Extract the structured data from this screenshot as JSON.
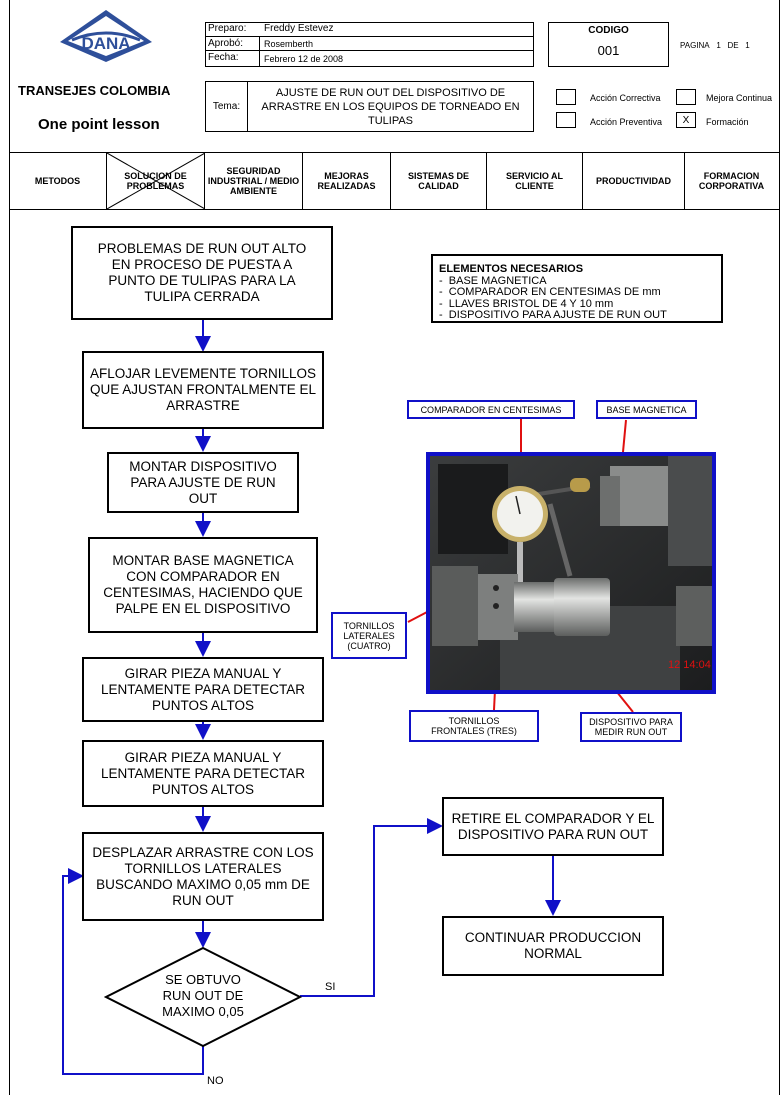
{
  "header": {
    "logo_text": "DANA",
    "company": "TRANSEJES COLOMBIA",
    "subtitle": "One point lesson",
    "prepared_label": "Preparo:",
    "prepared_value": "Freddy Estevez",
    "approved_label": "Aprobó:",
    "approved_value": "Rosemberth",
    "date_label": "Fecha:",
    "date_value": "Febrero 12 de 2008",
    "code_label": "CODIGO",
    "code_value": "001",
    "page_label": "PAGINA",
    "page_current": "1",
    "page_of": "DE",
    "page_total": "1",
    "tema_label": "Tema:",
    "tema_value": "AJUSTE DE RUN OUT DEL DISPOSITIVO DE ARRASTRE EN LOS EQUIPOS DE TORNEADO EN TULIPAS",
    "options": [
      {
        "label": "Acción Correctiva",
        "mark": ""
      },
      {
        "label": "Mejora Continua",
        "mark": ""
      },
      {
        "label": "Acción Preventiva",
        "mark": ""
      },
      {
        "label": "Formación",
        "mark": "X"
      }
    ]
  },
  "categories": [
    "METODOS",
    "SOLUCION DE PROBLEMAS",
    "SEGURIDAD INDUSTRIAL / MEDIO AMBIENTE",
    "MEJORAS REALIZADAS",
    "SISTEMAS DE CALIDAD",
    "SERVICIO AL CLIENTE",
    "PRODUCTIVIDAD",
    "FORMACION CORPORATIVA"
  ],
  "elements": {
    "title": "ELEMENTOS NECESARIOS",
    "items": [
      "BASE MAGNETICA",
      "COMPARADOR EN CENTESIMAS DE mm",
      "LLAVES BRISTOL DE 4 Y 10 mm",
      "DISPOSITIVO PARA AJUSTE DE RUN OUT"
    ]
  },
  "flow": {
    "step1": "PROBLEMAS DE RUN OUT ALTO EN PROCESO DE PUESTA  A PUNTO DE TULIPAS PARA LA TULIPA CERRADA",
    "step2": "AFLOJAR LEVEMENTE TORNILLOS QUE AJUSTAN FRONTALMENTE EL ARRASTRE",
    "step3": "MONTAR DISPOSITIVO PARA AJUSTE DE RUN OUT",
    "step4": "MONTAR BASE MAGNETICA CON COMPARADOR EN CENTESIMAS, HACIENDO QUE PALPE EN EL DISPOSITIVO",
    "step5": "GIRAR PIEZA MANUAL Y LENTAMENTE PARA DETECTAR PUNTOS ALTOS",
    "step6": "GIRAR PIEZA MANUAL Y LENTAMENTE PARA DETECTAR PUNTOS ALTOS",
    "step7": "DESPLAZAR ARRASTRE CON LOS TORNILLOS LATERALES BUSCANDO MAXIMO 0,05 mm DE RUN OUT",
    "decision": "SE OBTUVO RUN OUT DE MAXIMO 0,05",
    "yes": "SI",
    "no": "NO",
    "step8": "RETIRE EL COMPARADOR Y EL DISPOSITIVO PARA RUN OUT",
    "step9": "CONTINUAR PRODUCCION NORMAL"
  },
  "photo": {
    "timestamp": "12  14:04",
    "callouts": {
      "comparador": "COMPARADOR EN CENTESIMAS",
      "base": "BASE MAGNETICA",
      "laterales": "TORNILLOS LATERALES (CUATRO)",
      "frontales": "TORNILLOS FRONTALES (TRES)",
      "dispositivo": "DISPOSITIVO PARA MEDIR RUN OUT"
    }
  },
  "colors": {
    "connector": "#1010c8",
    "pointer": "#e01010",
    "logo": "#2e4f9a"
  }
}
